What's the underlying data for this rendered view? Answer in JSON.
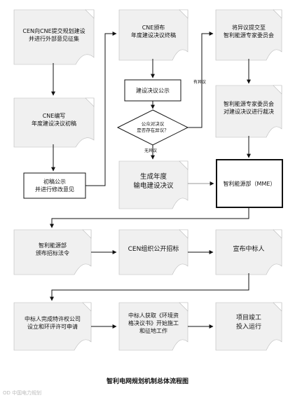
{
  "boxes": {
    "b1": "CEN向CNE提交规划建设\n并进行外部意见征集",
    "b2": "CNE编写\n年度建设决议初稿",
    "b3": "初稿公示\n并进行修改意见",
    "b4": "CNE颁布\n年度建设决议终稿",
    "b5": "建设决议公示",
    "b6": "公众对决议\n是否存在异议？",
    "b7": "生成年度\n输电建设决议",
    "b8": "将异议提交至\n智利能源专家委员会",
    "b9": "智利能源专家委员会\n对建设决议进行裁决",
    "b10": "智利能源部（MME）",
    "b11": "智利能源部\n颁布招标法令",
    "b12": "CEN组织公开招标",
    "b13": "宣布中标人",
    "b14": "中标人完成特许权公司\n设立和环评许可申请",
    "b15": "中标人获取《环境资\n格决议书》开始施工\n和征地工作",
    "b16": "项目竣工\n投入运行"
  },
  "labels": {
    "has_objection": "有异议",
    "no_objection": "无异议"
  },
  "caption": "智利电网规划机制总体流程图",
  "watermark": "OD 中国电力规划"
}
